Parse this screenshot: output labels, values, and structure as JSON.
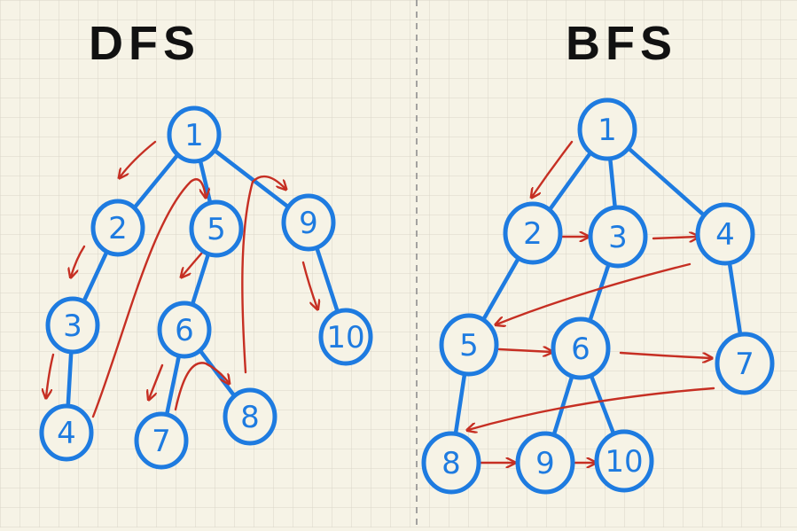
{
  "titles": {
    "dfs": "DFS",
    "bfs": "BFS"
  },
  "colors": {
    "paper": "#f6f3e6",
    "grid": "#d9d6c8",
    "node": "#1e7be0",
    "arrow": "#c62f23",
    "divider": "#888888"
  },
  "dfs": {
    "nodes": [
      "1",
      "2",
      "3",
      "4",
      "5",
      "6",
      "7",
      "8",
      "9",
      "10"
    ],
    "tree_edges": [
      [
        "1",
        "2"
      ],
      [
        "2",
        "3"
      ],
      [
        "3",
        "4"
      ],
      [
        "1",
        "5"
      ],
      [
        "5",
        "6"
      ],
      [
        "6",
        "7"
      ],
      [
        "6",
        "8"
      ],
      [
        "1",
        "9"
      ],
      [
        "9",
        "10"
      ]
    ],
    "traversal_order": [
      "1",
      "2",
      "3",
      "4",
      "5",
      "6",
      "7",
      "8",
      "9",
      "10"
    ]
  },
  "bfs": {
    "nodes": [
      "1",
      "2",
      "3",
      "4",
      "5",
      "6",
      "7",
      "8",
      "9",
      "10"
    ],
    "tree_edges": [
      [
        "1",
        "2"
      ],
      [
        "1",
        "3"
      ],
      [
        "1",
        "4"
      ],
      [
        "2",
        "5"
      ],
      [
        "3",
        "6"
      ],
      [
        "4",
        "7"
      ],
      [
        "5",
        "8"
      ],
      [
        "6",
        "9"
      ],
      [
        "6",
        "10"
      ]
    ],
    "traversal_order": [
      "1",
      "2",
      "3",
      "4",
      "5",
      "6",
      "7",
      "8",
      "9",
      "10"
    ]
  }
}
